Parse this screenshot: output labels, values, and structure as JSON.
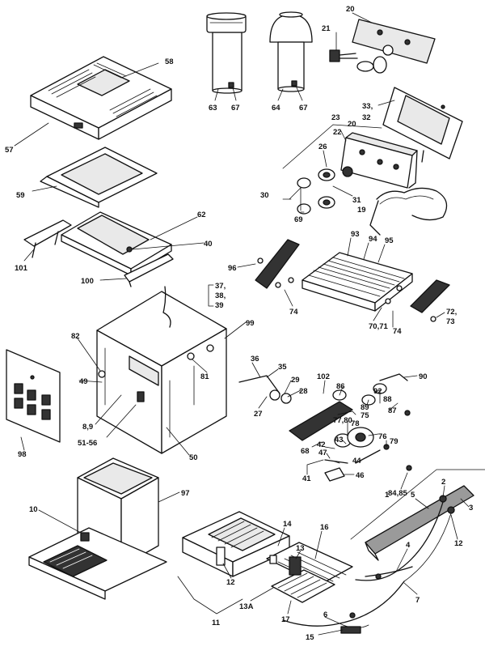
{
  "callouts": [
    {
      "id": "c58",
      "text": "58"
    },
    {
      "id": "c57",
      "text": "57"
    },
    {
      "id": "c63",
      "text": "63"
    },
    {
      "id": "c67a",
      "text": "67"
    },
    {
      "id": "c64",
      "text": "64"
    },
    {
      "id": "c67b",
      "text": "67"
    },
    {
      "id": "c20a",
      "text": "20"
    },
    {
      "id": "c21",
      "text": "21"
    },
    {
      "id": "c33",
      "text": "33,"
    },
    {
      "id": "c32",
      "text": "32"
    },
    {
      "id": "c23",
      "text": "23"
    },
    {
      "id": "c20b",
      "text": "20"
    },
    {
      "id": "c22",
      "text": "22"
    },
    {
      "id": "c26",
      "text": "26"
    },
    {
      "id": "c59",
      "text": "59"
    },
    {
      "id": "c30",
      "text": "30"
    },
    {
      "id": "c31",
      "text": "31"
    },
    {
      "id": "c19",
      "text": "19"
    },
    {
      "id": "c69",
      "text": "69"
    },
    {
      "id": "c62",
      "text": "62"
    },
    {
      "id": "c40",
      "text": "40"
    },
    {
      "id": "c101",
      "text": "101"
    },
    {
      "id": "c100",
      "text": "100"
    },
    {
      "id": "c93",
      "text": "93"
    },
    {
      "id": "c94",
      "text": "94"
    },
    {
      "id": "c95",
      "text": "95"
    },
    {
      "id": "c96",
      "text": "96"
    },
    {
      "id": "c37",
      "text": "37,"
    },
    {
      "id": "c38",
      "text": "38,"
    },
    {
      "id": "c39",
      "text": "39"
    },
    {
      "id": "c74a",
      "text": "74"
    },
    {
      "id": "c70",
      "text": "70,71"
    },
    {
      "id": "c74b",
      "text": "74"
    },
    {
      "id": "c72",
      "text": "72,"
    },
    {
      "id": "c73",
      "text": "73"
    },
    {
      "id": "c99",
      "text": "99"
    },
    {
      "id": "c82",
      "text": "82"
    },
    {
      "id": "c81",
      "text": "81"
    },
    {
      "id": "c36",
      "text": "36"
    },
    {
      "id": "c35",
      "text": "35"
    },
    {
      "id": "c29",
      "text": "29"
    },
    {
      "id": "c102",
      "text": "102"
    },
    {
      "id": "c86",
      "text": "86"
    },
    {
      "id": "c90",
      "text": "90"
    },
    {
      "id": "c49",
      "text": "49"
    },
    {
      "id": "c28",
      "text": "28"
    },
    {
      "id": "c27",
      "text": "27"
    },
    {
      "id": "c92",
      "text": "92"
    },
    {
      "id": "c89",
      "text": "89"
    },
    {
      "id": "c88",
      "text": "88"
    },
    {
      "id": "c87",
      "text": "87"
    },
    {
      "id": "c75",
      "text": "75"
    },
    {
      "id": "c77",
      "text": "77,80"
    },
    {
      "id": "c78",
      "text": "78"
    },
    {
      "id": "c8",
      "text": "8,9"
    },
    {
      "id": "c98",
      "text": "98"
    },
    {
      "id": "c51",
      "text": "51-56"
    },
    {
      "id": "c50",
      "text": "50"
    },
    {
      "id": "c42",
      "text": "42"
    },
    {
      "id": "c43",
      "text": "43"
    },
    {
      "id": "c76",
      "text": "76"
    },
    {
      "id": "c79",
      "text": "79"
    },
    {
      "id": "c68",
      "text": "68"
    },
    {
      "id": "c47",
      "text": "47"
    },
    {
      "id": "c44",
      "text": "44"
    },
    {
      "id": "c41",
      "text": "41"
    },
    {
      "id": "c46",
      "text": "46"
    },
    {
      "id": "c84",
      "text": "84,85"
    },
    {
      "id": "c97",
      "text": "97"
    },
    {
      "id": "c1",
      "text": "1"
    },
    {
      "id": "c2",
      "text": "2"
    },
    {
      "id": "c5",
      "text": "5"
    },
    {
      "id": "c3",
      "text": "3"
    },
    {
      "id": "c10",
      "text": "10"
    },
    {
      "id": "c14",
      "text": "14"
    },
    {
      "id": "c16",
      "text": "16"
    },
    {
      "id": "c12a",
      "text": "12"
    },
    {
      "id": "c4",
      "text": "4"
    },
    {
      "id": "c13",
      "text": "13"
    },
    {
      "id": "c12b",
      "text": "12"
    },
    {
      "id": "c13a",
      "text": "13A"
    },
    {
      "id": "c7",
      "text": "7"
    },
    {
      "id": "c17",
      "text": "17"
    },
    {
      "id": "c11",
      "text": "11"
    },
    {
      "id": "c6",
      "text": "6"
    },
    {
      "id": "c15",
      "text": "15"
    }
  ]
}
